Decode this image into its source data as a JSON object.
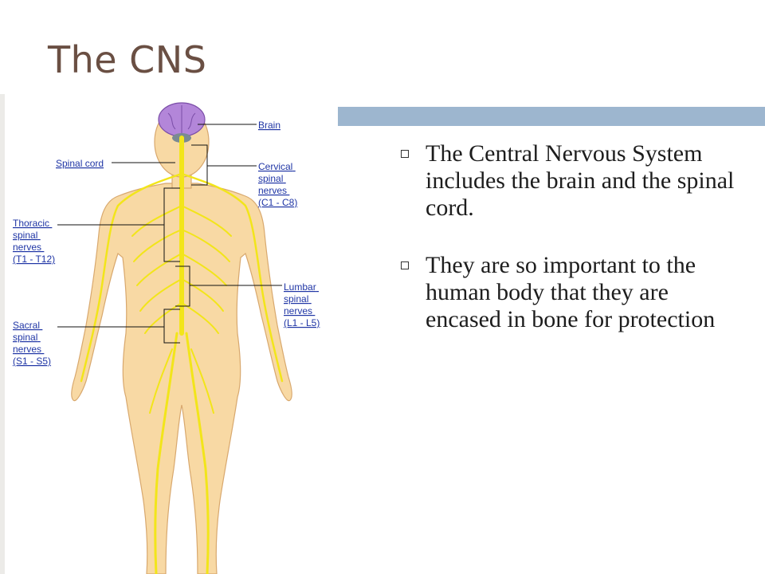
{
  "slide": {
    "title": "The CNS",
    "bullets": [
      "The Central Nervous System includes the brain and the spinal cord.",
      "They are so important to the human body that they are encased in bone for protection"
    ]
  },
  "diagram": {
    "labels": {
      "brain": "Brain",
      "spinal_cord": "Spinal cord",
      "cervical": [
        "Cervical",
        "spinal",
        "nerves",
        "(C1 - C8)"
      ],
      "thoracic": [
        "Thoracic",
        "spinal",
        "nerves",
        "(T1 - T12)"
      ],
      "lumbar": [
        "Lumbar",
        "spinal",
        "nerves",
        "(L1 - L5)"
      ],
      "sacral": [
        "Sacral",
        "spinal",
        "nerves",
        "(S1 - S5)"
      ]
    }
  },
  "colors": {
    "title": "#6a4f43",
    "accent_bar": "#9db6cf",
    "skin": "#f8d9a4",
    "nerve": "#f2e51a",
    "brain": "#b386d9",
    "label": "#1f35a5"
  }
}
